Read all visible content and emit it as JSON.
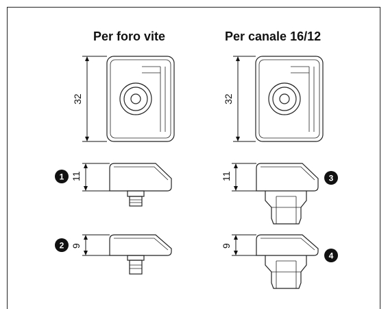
{
  "columns": [
    {
      "title": "Per foro vite"
    },
    {
      "title": "Per canale 16/12"
    }
  ],
  "dimensions": {
    "front_height": "32",
    "profile_11": "11",
    "profile_9": "9"
  },
  "badges": [
    "1",
    "2",
    "3",
    "4"
  ],
  "colors": {
    "line": "#222222",
    "badge": "#111111"
  }
}
